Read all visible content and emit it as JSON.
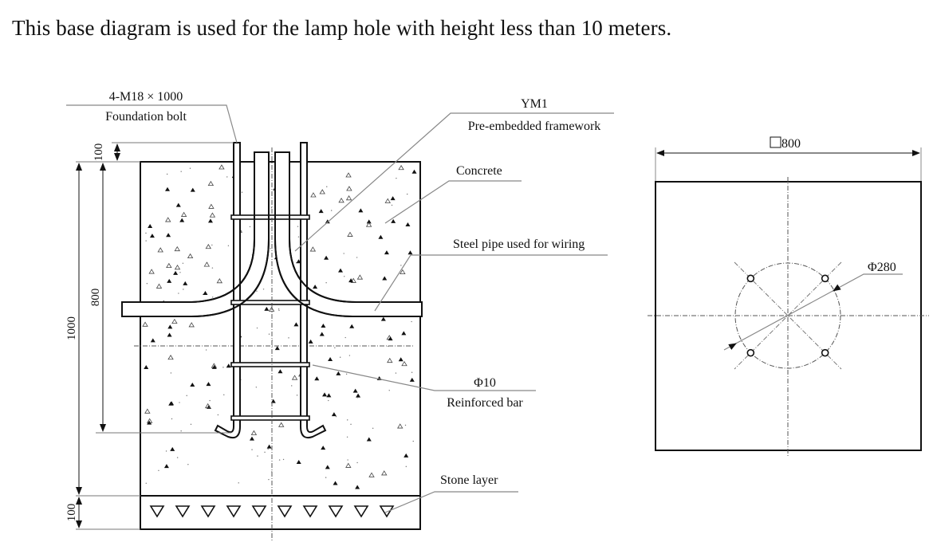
{
  "title": "This base diagram is used for the lamp hole with height less than 10 meters.",
  "section_view": {
    "labels": {
      "bolt_spec": "4-M18 × 1000",
      "bolt_name": "Foundation bolt",
      "framework_code": "YM1",
      "framework_name": "Pre-embedded framework",
      "concrete": "Concrete",
      "steel_pipe": "Steel pipe used for wiring",
      "bar_spec": "Φ10",
      "bar_name": "Reinforced bar",
      "stone_layer": "Stone layer"
    },
    "dimensions": {
      "bolt_projection": "100",
      "total_depth": "1000",
      "embed_depth": "800",
      "stone_depth": "100"
    }
  },
  "plan_view": {
    "width_dim": "800",
    "width_symbol": "square",
    "bolt_circle_dim": "Φ280",
    "bolt_count": 4
  }
}
